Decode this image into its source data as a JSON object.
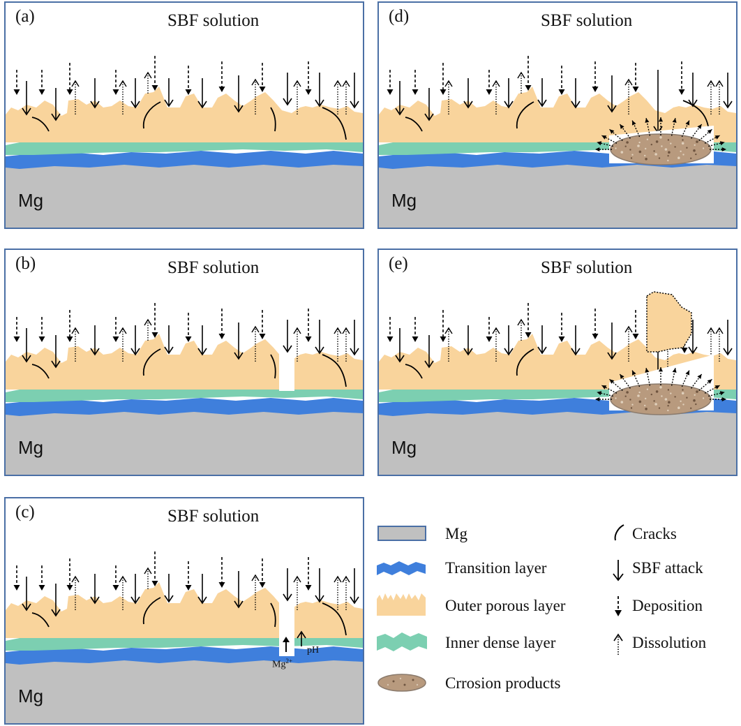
{
  "panels": [
    {
      "label": "(a)",
      "title": "SBF solution",
      "substrate": "Mg"
    },
    {
      "label": "(b)",
      "title": "SBF solution",
      "substrate": "Mg"
    },
    {
      "label": "(c)",
      "title": "SBF solution",
      "substrate": "Mg",
      "annotations": {
        "ion": "Mg",
        "ion_sup": "2+",
        "ph": "pH"
      }
    },
    {
      "label": "(d)",
      "title": "SBF solution",
      "substrate": "Mg"
    },
    {
      "label": "(e)",
      "title": "SBF solution",
      "substrate": "Mg"
    }
  ],
  "legend": {
    "materials": [
      {
        "label": "Mg",
        "color": "#c0c0c0"
      },
      {
        "label": "Transition layer",
        "color": "#3f7fdc"
      },
      {
        "label": "Outer porous layer",
        "color": "#f9d49c"
      },
      {
        "label": "Inner dense layer",
        "color": "#7ccfb1"
      },
      {
        "label": "Crrosion products",
        "color": "#b89a7e"
      }
    ],
    "symbols": [
      {
        "label": "Cracks",
        "icon": "crack-icon"
      },
      {
        "label": "SBF attack",
        "icon": "solid-arrow-icon"
      },
      {
        "label": "Deposition",
        "icon": "dashed-arrow-icon"
      },
      {
        "label": "Dissolution",
        "icon": "dotted-arrow-icon"
      }
    ]
  },
  "colors": {
    "border": "#4a6fa5",
    "mg": "#c0c0c0",
    "transition": "#3f7fdc",
    "inner": "#7ccfb1",
    "outer": "#f9d49c",
    "corrosion": "#b89a7e"
  }
}
